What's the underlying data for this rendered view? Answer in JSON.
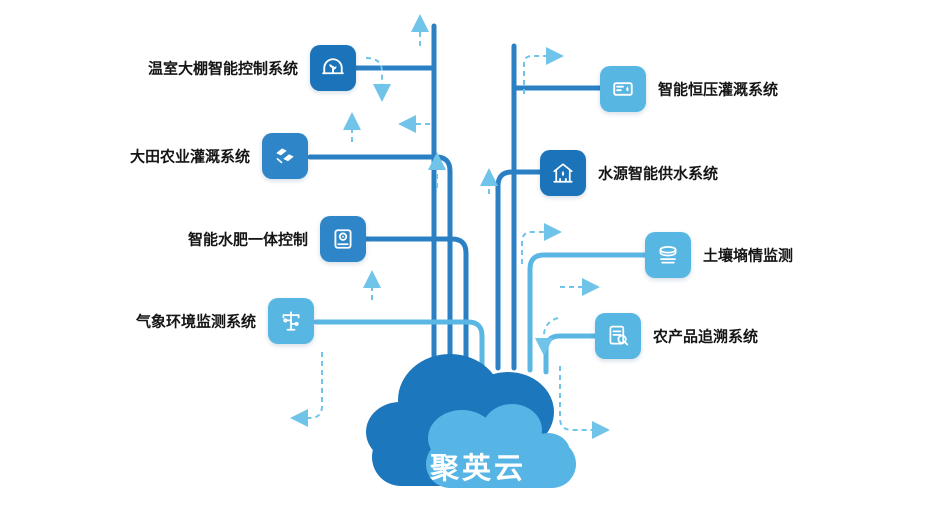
{
  "cloud": {
    "label": "聚英云"
  },
  "left_items": [
    {
      "label": "温室大棚智能控制系统",
      "icon": "greenhouse-icon",
      "color": "#1b74b9"
    },
    {
      "label": "大田农业灌溉系统",
      "icon": "field-plots-icon",
      "color": "#2e86c9"
    },
    {
      "label": "智能水肥一体控制",
      "icon": "fertigation-icon",
      "color": "#2e86c9"
    },
    {
      "label": "气象环境监测系统",
      "icon": "weather-station-icon",
      "color": "#58b6e2"
    }
  ],
  "right_items": [
    {
      "label": "智能恒压灌溉系统",
      "icon": "pressure-irrigation-icon",
      "color": "#58b6e2"
    },
    {
      "label": "水源智能供水系统",
      "icon": "water-supply-icon",
      "color": "#1b74b9"
    },
    {
      "label": "土壤墒情监测",
      "icon": "soil-moisture-icon",
      "color": "#58b6e2"
    },
    {
      "label": "农产品追溯系统",
      "icon": "traceability-icon",
      "color": "#58b6e2"
    }
  ],
  "colors": {
    "accent_dark": "#1b74b9",
    "accent_medium": "#2e86c9",
    "accent_light": "#58b6e2",
    "wire_medium": "#2b80c3",
    "wire_light": "#5ab6e3",
    "dashed_arrow": "#70c4ea",
    "cloud_dark": "#1c77bd",
    "cloud_light": "#56b5e5",
    "label_text": "#151515",
    "cloud_text": "#ffffff"
  }
}
